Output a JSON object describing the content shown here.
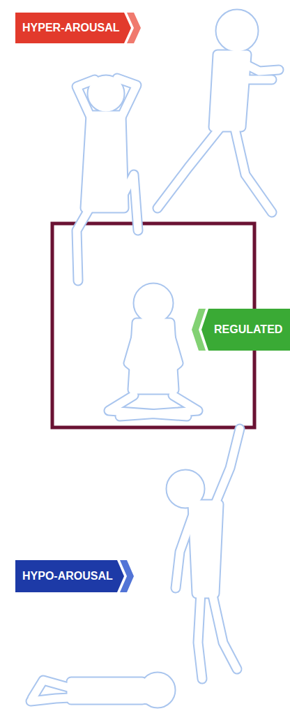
{
  "diagram": {
    "nodes": [
      {
        "text": [
          "HYPER-AROUSAL"
        ]
      },
      {
        "text": [
          "REGULATED"
        ]
      },
      {
        "text": [
          "HYPO-AROUSAL"
        ]
      }
    ]
  }
}
